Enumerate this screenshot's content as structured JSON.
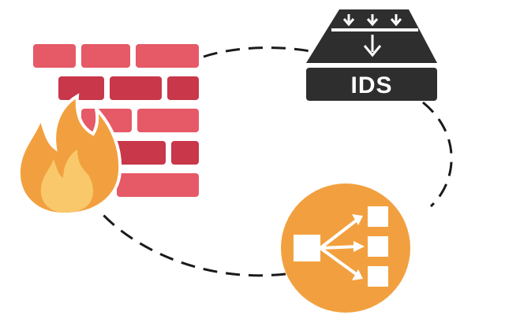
{
  "colors": {
    "brick_light": "#e65967",
    "brick_dark": "#c8374a",
    "flame_outer": "#f2a03f",
    "flame_inner": "#f9c86a",
    "ids_body": "#2e2e2e",
    "ids_label": "#ffffff",
    "balancer_fill": "#f2a03f",
    "balancer_glyph": "#ffffff",
    "connector": "#1a1a1a"
  },
  "nodes": {
    "firewall": {
      "icon": "firewall-icon"
    },
    "ids": {
      "icon": "ids-appliance-icon",
      "label": "IDS"
    },
    "load_balancer": {
      "icon": "load-balancer-icon"
    }
  },
  "connectors": [
    {
      "from": "firewall",
      "to": "ids",
      "style": "dashed"
    },
    {
      "from": "ids",
      "to": "load_balancer",
      "style": "dashed"
    },
    {
      "from": "load_balancer",
      "to": "firewall",
      "style": "dashed"
    }
  ]
}
